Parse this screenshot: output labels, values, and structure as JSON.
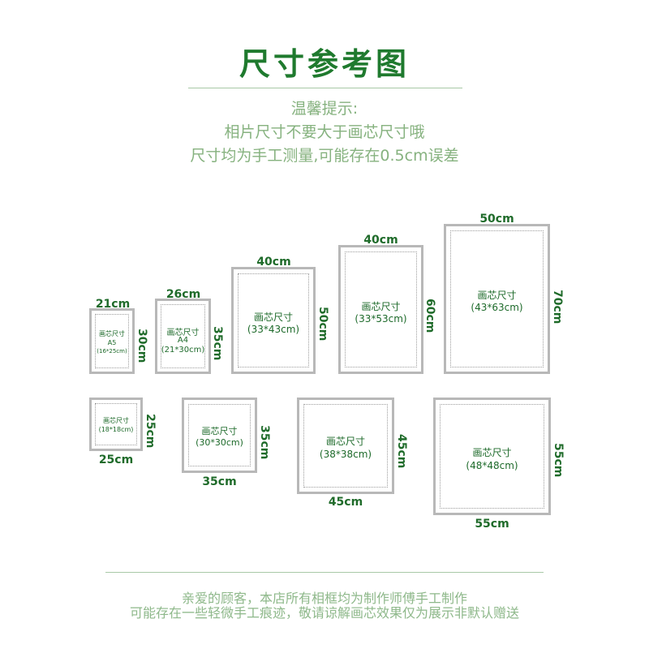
{
  "title": "尺寸参考图",
  "tips": {
    "heading": "温馨提示:",
    "line1": "相片尺寸不要大于画芯尺寸哦",
    "line2": "尺寸均为手工测量,可能存在0.5cm误差"
  },
  "frames": [
    {
      "id": "a5",
      "width": "21cm",
      "height": "30cm",
      "core": "画芯尺寸",
      "sub": "A5",
      "size": "(16*25cm)"
    },
    {
      "id": "a4",
      "width": "26cm",
      "height": "35cm",
      "core": "画芯尺寸",
      "sub": "A4",
      "size": "(21*30cm)"
    },
    {
      "id": "f4050",
      "width": "40cm",
      "height": "50cm",
      "core": "画芯尺寸",
      "size": "(33*43cm)"
    },
    {
      "id": "f4060",
      "width": "40cm",
      "height": "60cm",
      "core": "画芯尺寸",
      "size": "(33*53cm)"
    },
    {
      "id": "f5070",
      "width": "50cm",
      "height": "70cm",
      "core": "画芯尺寸",
      "size": "(43*63cm)"
    },
    {
      "id": "s25",
      "width": "25cm",
      "height": "25cm",
      "core": "画芯尺寸",
      "size": "(18*18cm)"
    },
    {
      "id": "s35",
      "width": "35cm",
      "height": "35cm",
      "core": "画芯尺寸",
      "size": "(30*30cm)"
    },
    {
      "id": "s45",
      "width": "45cm",
      "height": "45cm",
      "core": "画芯尺寸",
      "size": "(38*38cm)"
    },
    {
      "id": "s55",
      "width": "55cm",
      "height": "55cm",
      "core": "画芯尺寸",
      "size": "(48*48cm)"
    }
  ],
  "footer": {
    "line1": "亲爱的顾客，本店所有相框均为制作师傅手工制作",
    "line2": "可能存在一些轻微手工痕迹，敬请谅解画芯效果仅为展示非默认赠送"
  }
}
